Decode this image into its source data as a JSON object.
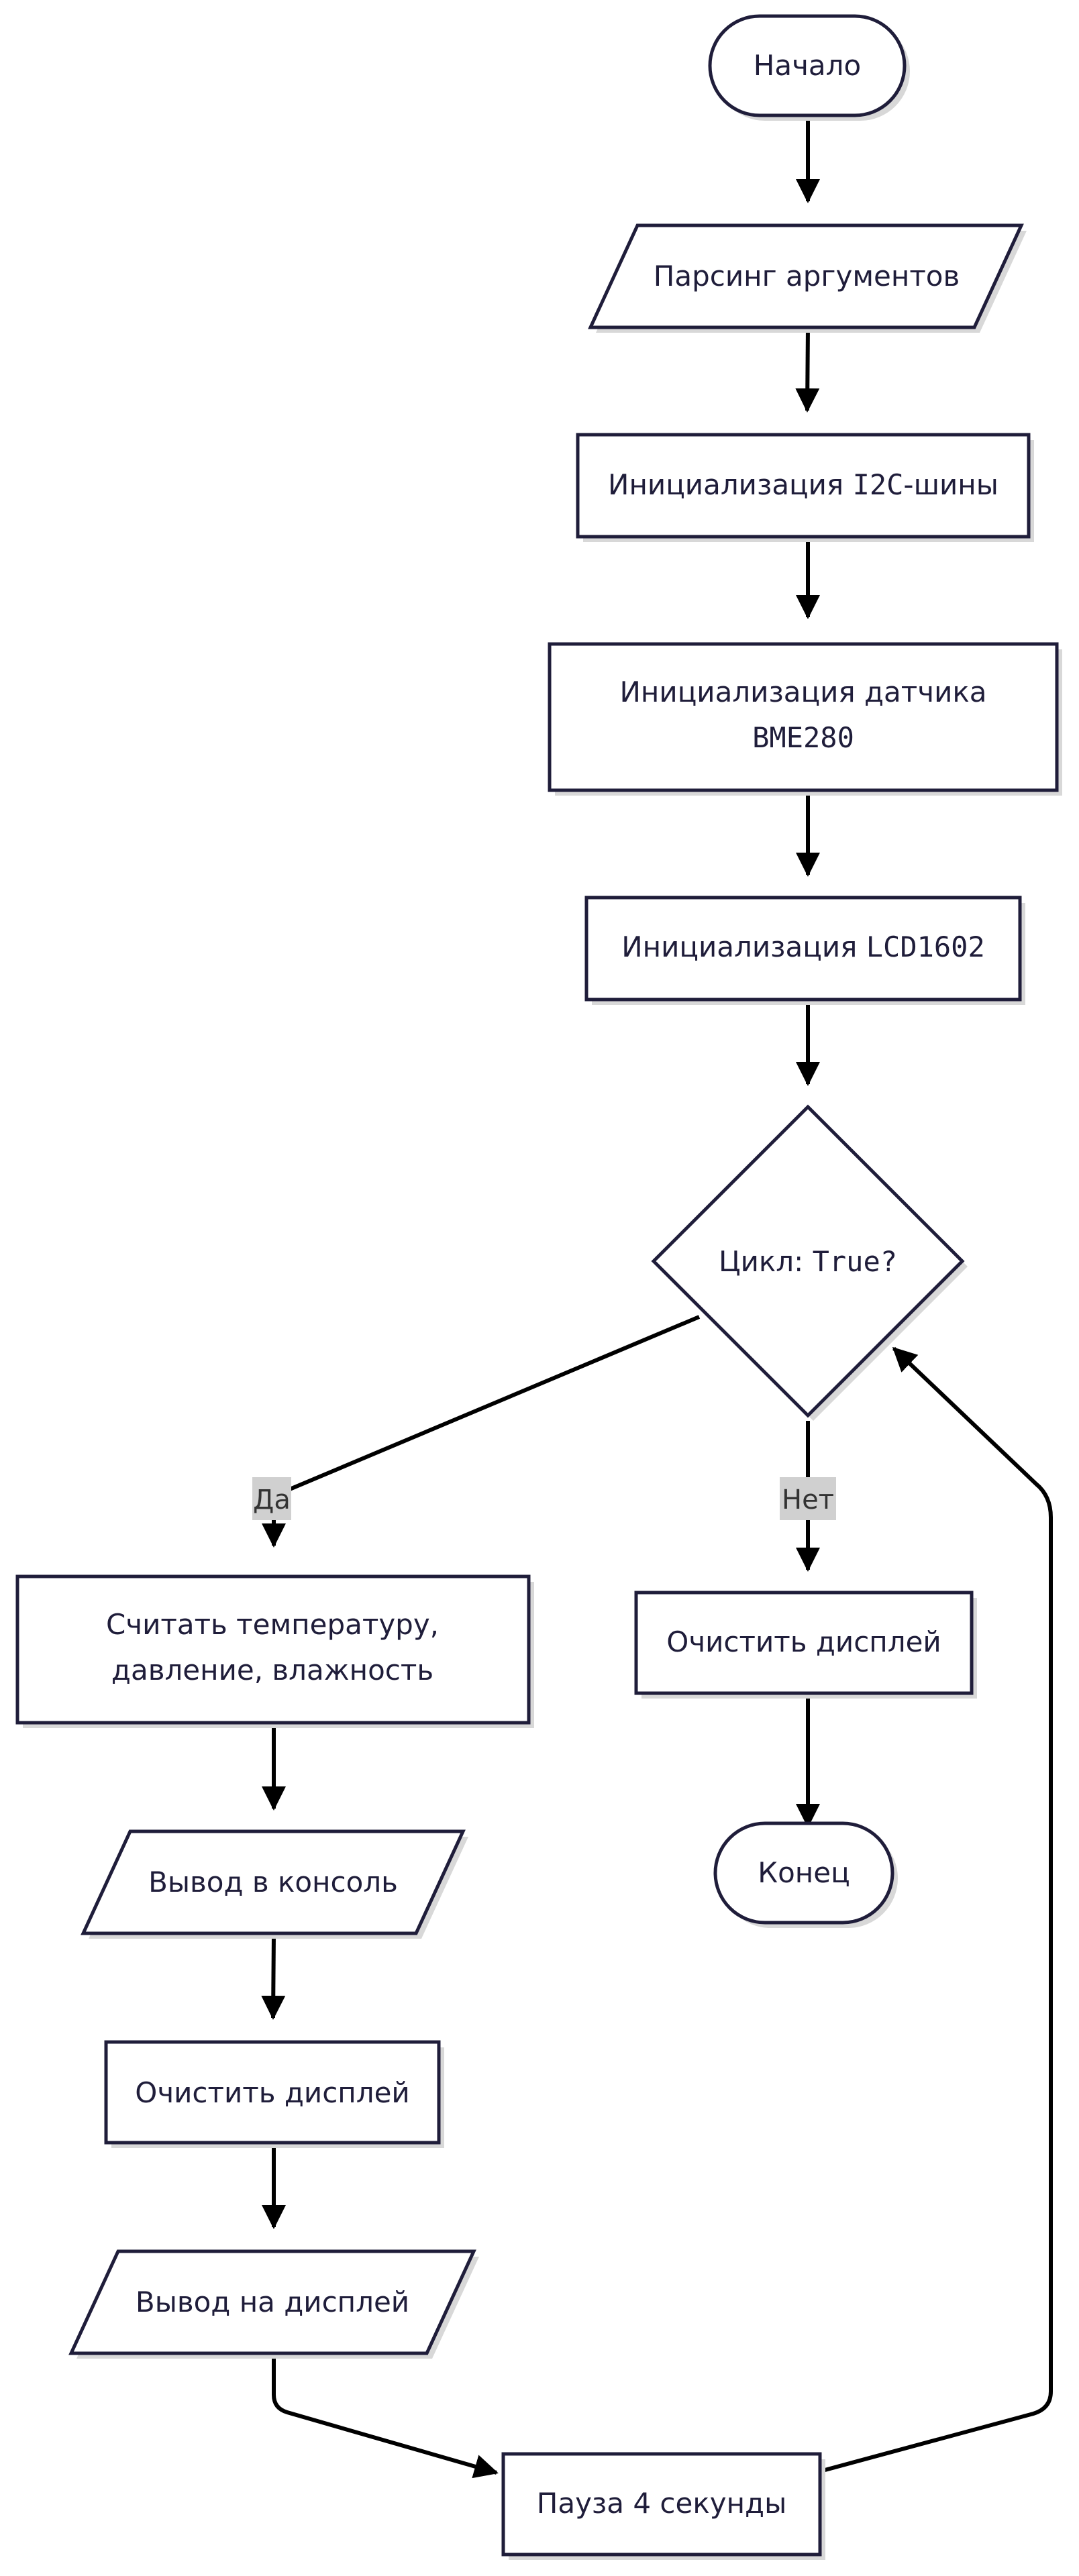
{
  "diagram": {
    "nodes": {
      "start": "Начало",
      "parse_args": "Парсинг аргументов",
      "init_i2c_prefix": "Инициализация ",
      "init_i2c_code": "I2C",
      "init_i2c_suffix": "-шины",
      "init_sensor_line1": "Инициализация датчика",
      "init_sensor_code": "BME280",
      "init_lcd_prefix": "Инициализация ",
      "init_lcd_code": "LCD1602",
      "loop_prefix": "Цикл: ",
      "loop_code": "True?",
      "read_line1": "Считать температуру,",
      "read_line2": "давление, влажность",
      "print_console": "Вывод в консоль",
      "clear_left": "Очистить дисплей",
      "print_display": "Вывод на дисплей",
      "pause": "Пауза 4 секунды",
      "clear_right": "Очистить дисплей",
      "end": "Конец"
    },
    "edge_labels": {
      "yes": "Да",
      "no": "Нет"
    },
    "colors": {
      "stroke": "#1f1d3a",
      "fill": "#ffffff",
      "shadow": "#d8d8d8",
      "edge": "#000000",
      "label_bg": "#d0d0d0"
    }
  }
}
